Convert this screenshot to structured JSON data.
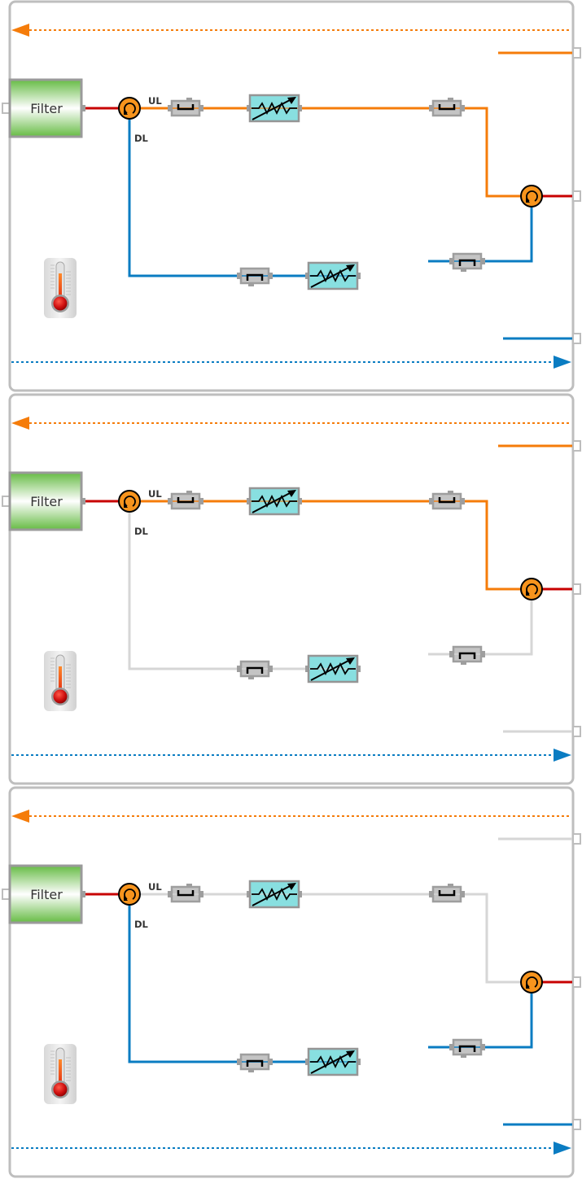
{
  "colors": {
    "uplink": "#f57c0a",
    "downlink": "#0a7cc2",
    "combined": "#c80000",
    "inactive": "#d6d6d6",
    "panel_border": "#bebebe",
    "filter_green": "#6abf4b",
    "attenuator_fill": "#88dfe0",
    "circulator_fill": "#f7941d",
    "component_gray": "#9e9e9e"
  },
  "legend": {
    "uplink_direction": "left",
    "downlink_direction": "right"
  },
  "panels": [
    {
      "id": "panel-1",
      "filter_label": "Filter",
      "ul_label": "UL",
      "dl_label": "DL",
      "uplink_active": true,
      "downlink_active": true,
      "temperature_icon": "thermometer-icon"
    },
    {
      "id": "panel-2",
      "filter_label": "Filter",
      "ul_label": "UL",
      "dl_label": "DL",
      "uplink_active": true,
      "downlink_active": false,
      "temperature_icon": "thermometer-icon"
    },
    {
      "id": "panel-3",
      "filter_label": "Filter",
      "ul_label": "UL",
      "dl_label": "DL",
      "uplink_active": false,
      "downlink_active": true,
      "temperature_icon": "thermometer-icon"
    }
  ]
}
